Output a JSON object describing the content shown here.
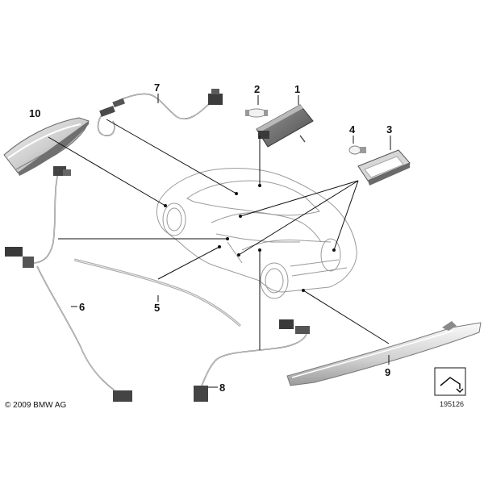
{
  "callouts": [
    {
      "id": "1",
      "label": "1"
    },
    {
      "id": "2",
      "label": "2"
    },
    {
      "id": "3",
      "label": "3"
    },
    {
      "id": "4",
      "label": "4"
    },
    {
      "id": "5",
      "label": "5"
    },
    {
      "id": "6",
      "label": "6"
    },
    {
      "id": "7",
      "label": "7"
    },
    {
      "id": "8",
      "label": "8"
    },
    {
      "id": "9",
      "label": "9"
    },
    {
      "id": "10",
      "label": "10"
    }
  ],
  "copyright": "© 2009 BMW AG",
  "diagram_number": "195126",
  "colors": {
    "ink": "#111111",
    "part_gray": "#8a8a8a",
    "car_line": "#9a9a9a"
  }
}
